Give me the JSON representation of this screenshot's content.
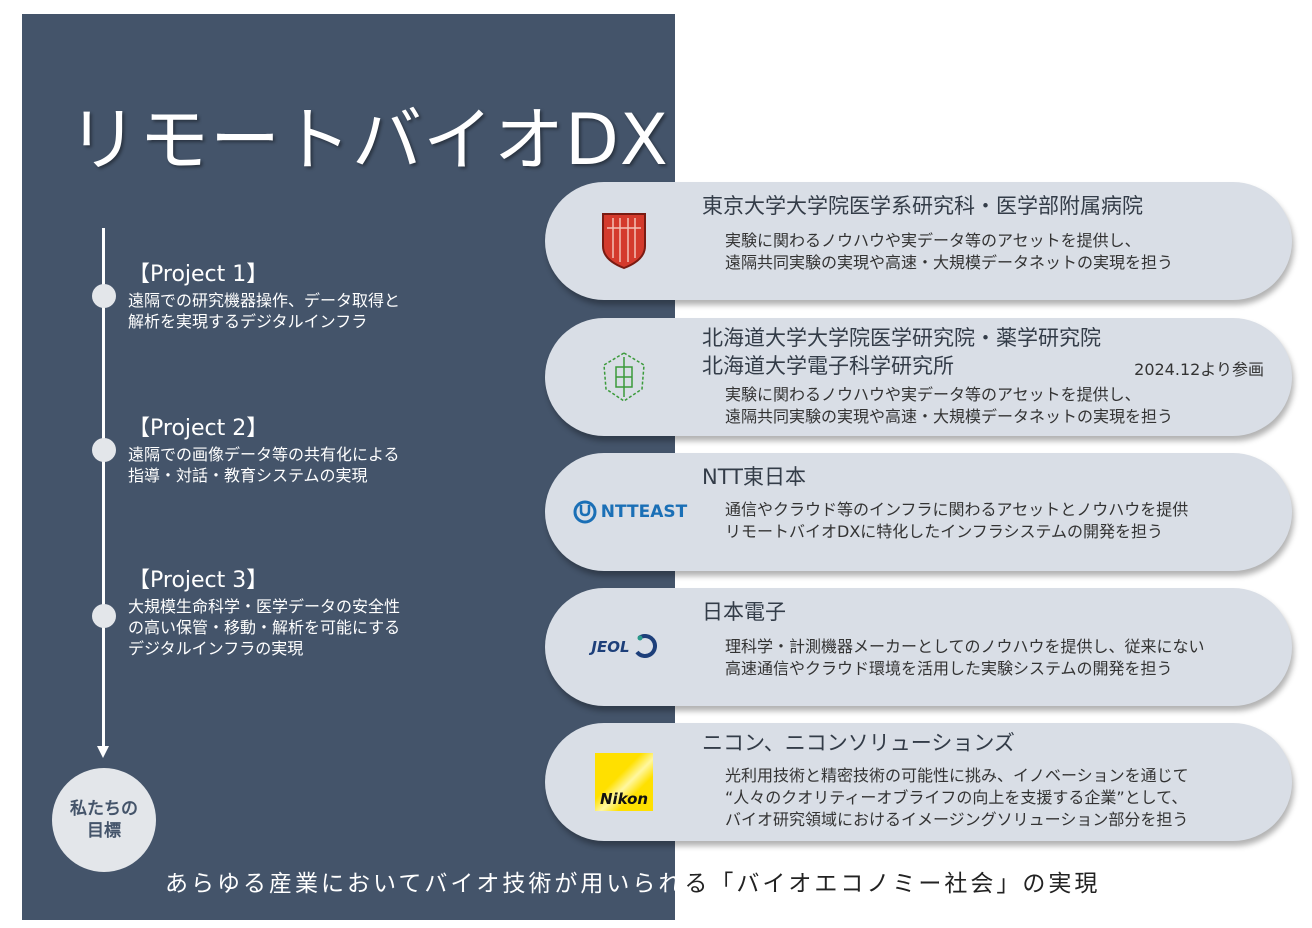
{
  "title": "リモートバイオDX",
  "projects": [
    {
      "heading": "【Project 1】",
      "desc": [
        "遠隔での研究機器操作、データ取得と",
        "解析を実現するデジタルインフラ"
      ]
    },
    {
      "heading": "【Project 2】",
      "desc": [
        "遠隔での画像データ等の共有化による",
        "指導・対話・教育システムの実現"
      ]
    },
    {
      "heading": "【Project 3】",
      "desc": [
        "大規模生命科学・医学データの安全性",
        "の高い保管・移動・解析を可能にする",
        "デジタルインフラの実現"
      ]
    }
  ],
  "goal_label": "私たちの\n目標",
  "goal_text": "あらゆる産業においてバイオ技術が用いられる「バイオエコノミー社会」の実現",
  "partners": [
    {
      "name": [
        "東京大学大学院医学系研究科・医学部附属病院"
      ],
      "desc": [
        "実験に関わるノウハウや実データ等のアセットを提供し、",
        "遠隔共同実験の実現や高速・大規模データネットの実現を担う"
      ],
      "logo": "tokyo-univ-shield"
    },
    {
      "name": [
        "北海道大学大学院医学研究院・薬学研究院",
        "北海道大学電子科学研究所"
      ],
      "note": "2024.12より参画",
      "desc": [
        "実験に関わるノウハウや実データ等のアセットを提供し、",
        "遠隔共同実験の実現や高速・大規模データネットの実現を担う"
      ],
      "logo": "hokkaido-univ-emblem"
    },
    {
      "name": [
        "NTT東日本"
      ],
      "desc": [
        "通信やクラウド等のインフラに関わるアセットとノウハウを提供",
        "リモートバイオDXに特化したインフラシステムの開発を担う"
      ],
      "logo": "ntt-east",
      "logo_text": "NTTEAST"
    },
    {
      "name": [
        "日本電子"
      ],
      "desc": [
        "理科学・計測機器メーカーとしてのノウハウを提供し、従来にない",
        "高速通信やクラウド環境を活用した実験システムの開発を担う"
      ],
      "logo": "jeol",
      "logo_text": "JEOL"
    },
    {
      "name": [
        "ニコン、ニコンソリューションズ"
      ],
      "desc": [
        "光利用技術と精密技術の可能性に挑み、イノベーションを通じて",
        "“人々のクオリティーオブライフの向上を支援する企業”として、",
        "バイオ研究領域におけるイメージングソリューション部分を担う"
      ],
      "logo": "nikon",
      "logo_text": "Nikon"
    }
  ],
  "colors": {
    "panel": "#44546a",
    "card": "#d9dee6",
    "ntt": "#1a6fb6",
    "jeol": "#1d3f7a",
    "nikon": "#ffe000",
    "tokyo": "#d43a2c"
  }
}
